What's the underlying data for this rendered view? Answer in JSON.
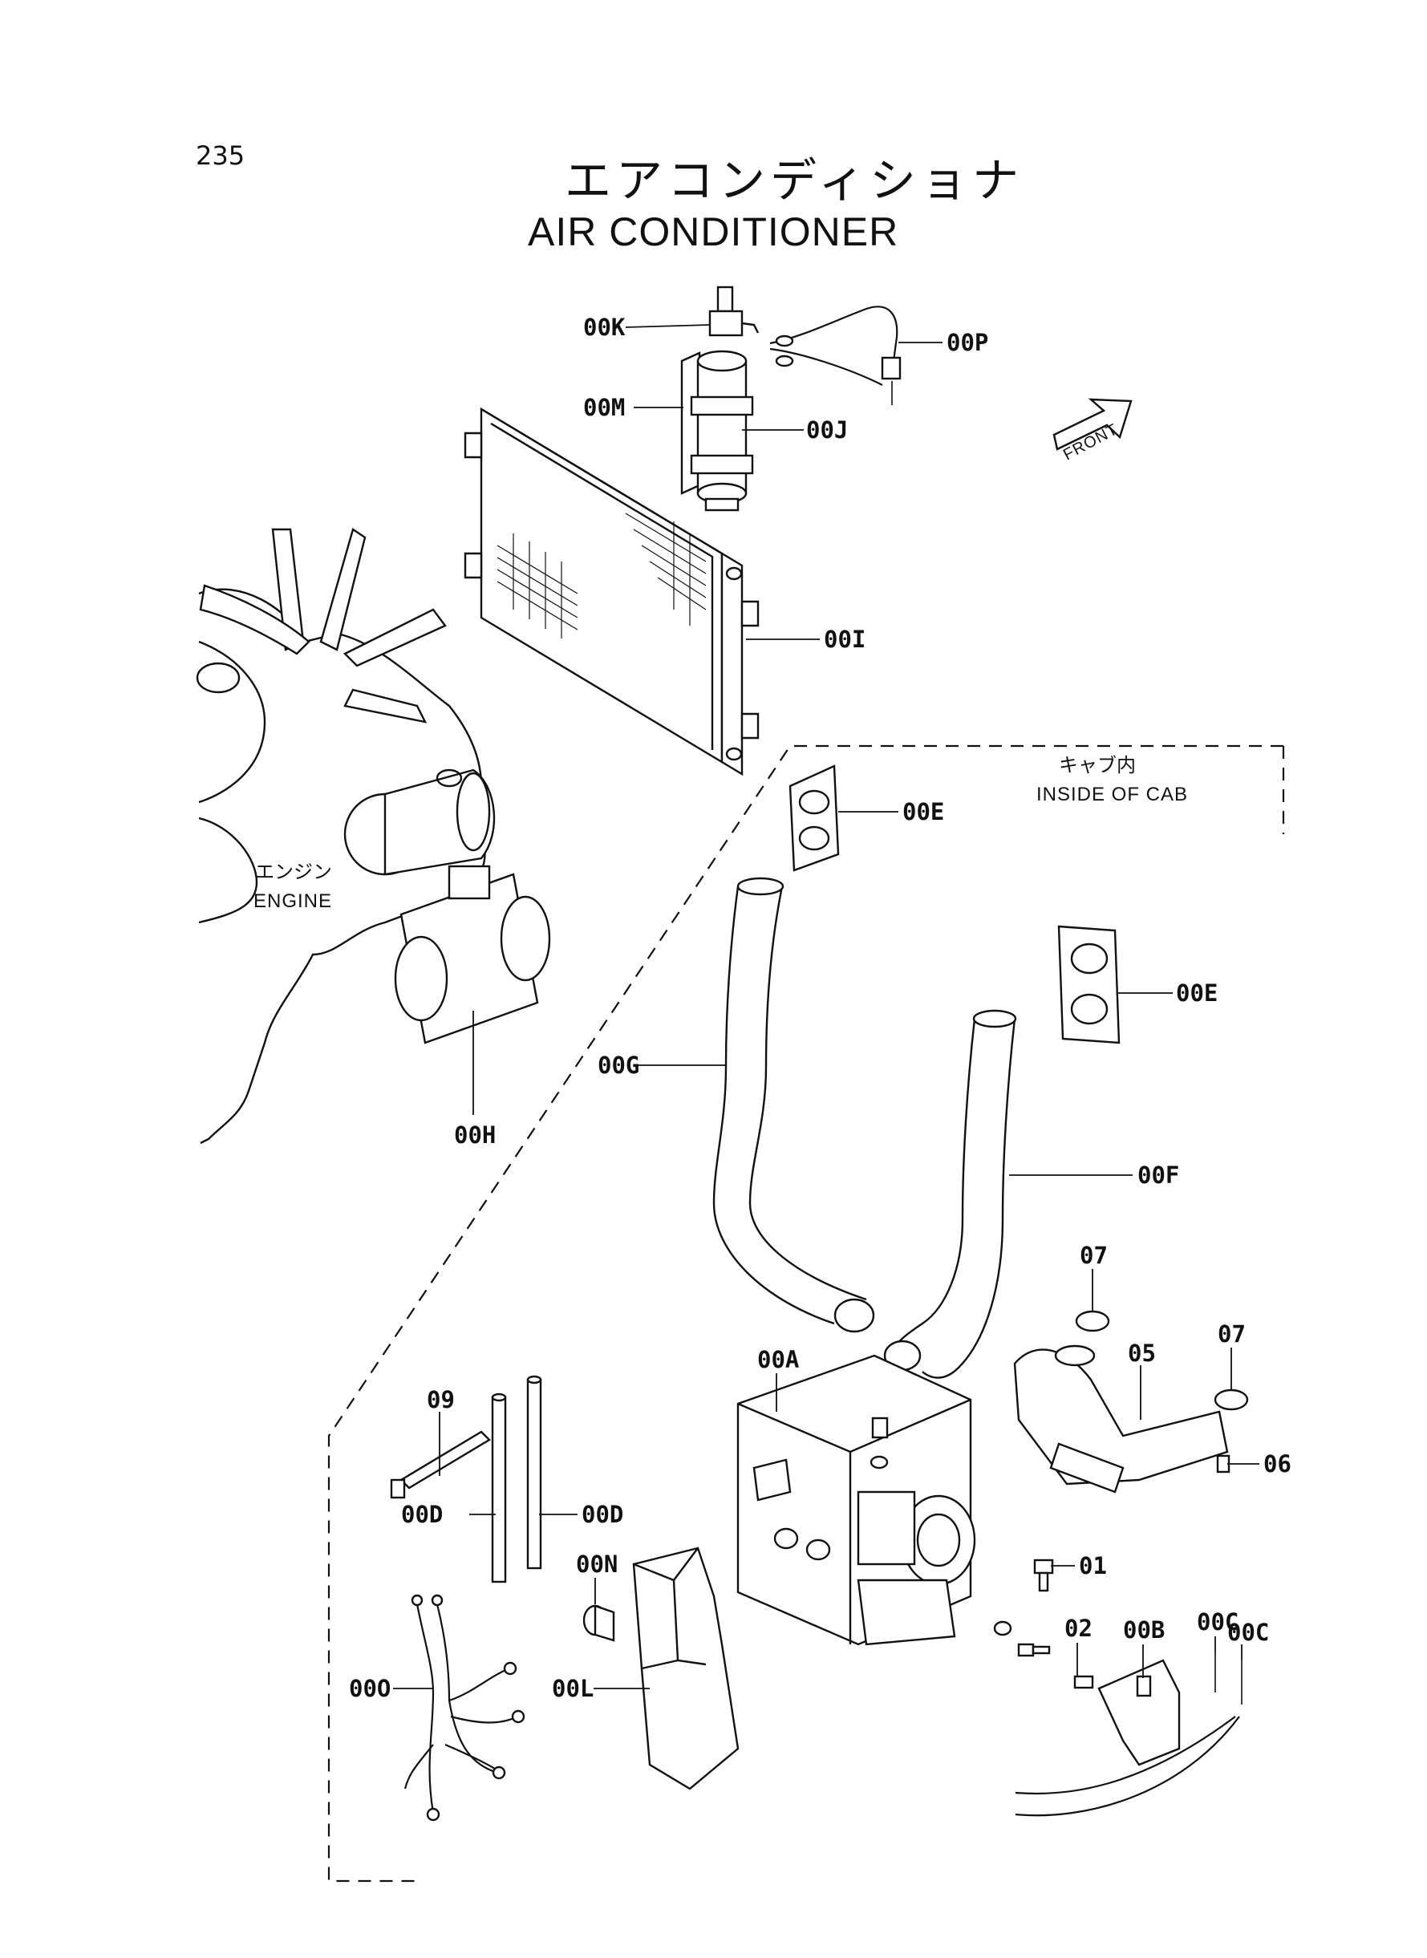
{
  "page": {
    "number": "235",
    "title_jp": "エアコンディショナ",
    "title_en": "AIR CONDITIONER"
  },
  "regions": {
    "cab_jp": "キャブ内",
    "cab_en": "INSIDE OF CAB",
    "engine_jp": "エンジン",
    "engine_en": "ENGINE",
    "front_label": "FRONT"
  },
  "callouts": {
    "k": "00K",
    "p": "00P",
    "m": "00M",
    "j": "00J",
    "i": "00I",
    "e1": "00E",
    "e2": "00E",
    "g": "00G",
    "h": "00H",
    "f": "00F",
    "c07a": "07",
    "c05": "05",
    "c07b": "07",
    "c06": "06",
    "a": "00A",
    "c09": "09",
    "d1": "00D",
    "d2": "00D",
    "n": "00N",
    "c01": "01",
    "b": "00B",
    "c02": "02",
    "c1": "00C",
    "c2": "00C",
    "o": "00O",
    "l": "00L"
  }
}
